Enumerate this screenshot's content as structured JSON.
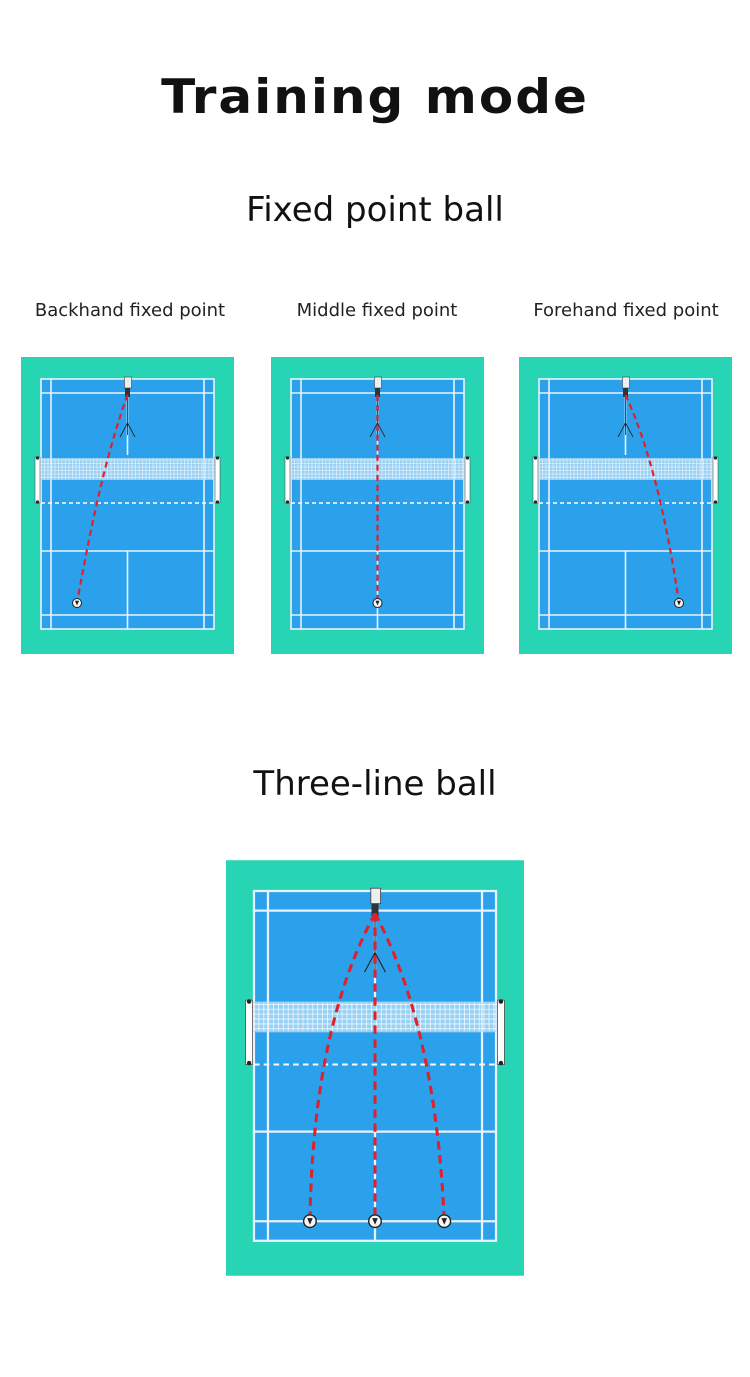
{
  "header": {
    "title": "Training mode"
  },
  "sections": {
    "fixed": {
      "title": "Fixed point ball",
      "captions": [
        "Backhand fixed point",
        "Middle fixed point",
        "Forehand fixed point"
      ]
    },
    "three_line": {
      "title": "Three-line ball"
    }
  },
  "colors": {
    "court_surround": "#27d5b4",
    "court_blue": "#2aa1ea",
    "court_line": "#e9f3ff",
    "trajectory": "#e0212d"
  },
  "icons": [
    "ball-machine-icon",
    "target-icon",
    "net"
  ]
}
